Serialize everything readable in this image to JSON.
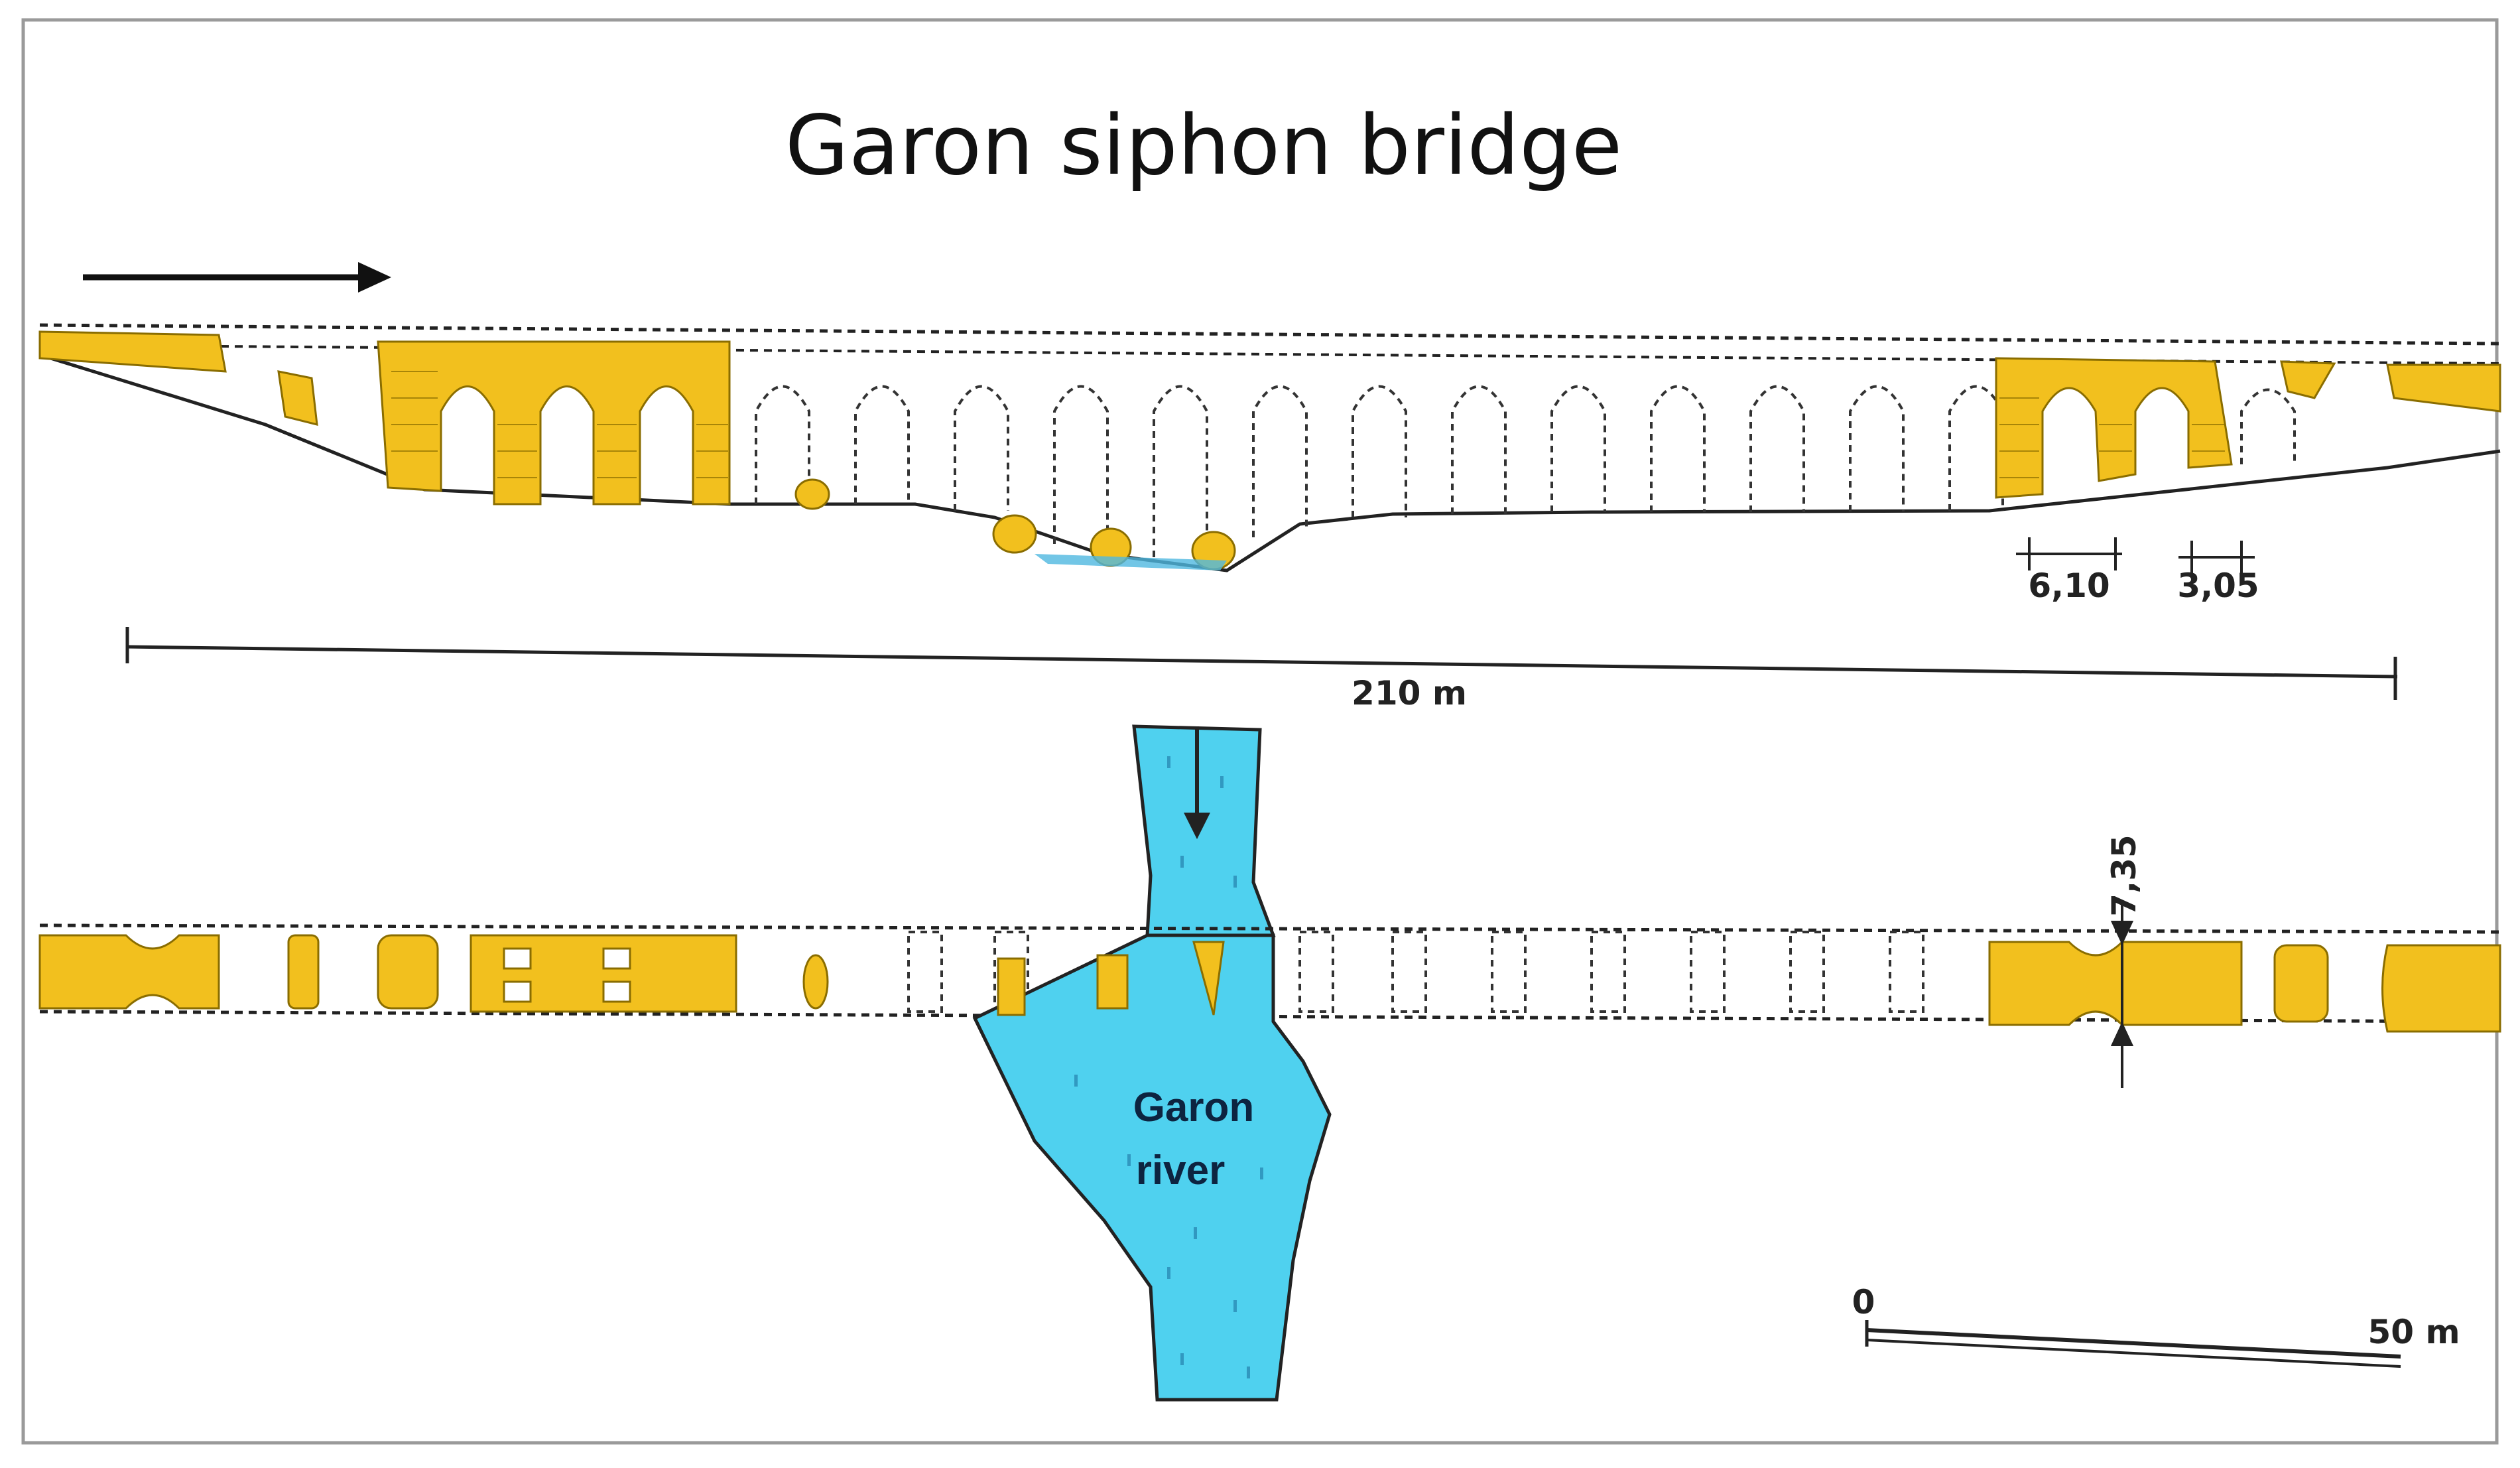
{
  "title": "Garon siphon bridge",
  "elevation": {
    "span_label": "210 m",
    "arch_width_label": "6,10",
    "pier_width_label": "3,05"
  },
  "plan": {
    "width_label": "7,35",
    "river_label_line1": "Garon",
    "river_label_line2": "river"
  },
  "scale_bar": {
    "start_label": "0",
    "end_label": "50 m"
  },
  "colors": {
    "masonry": "#f2c01e",
    "water": "#4fd1ef",
    "line": "#222222",
    "frame": "#9a9a9a"
  }
}
